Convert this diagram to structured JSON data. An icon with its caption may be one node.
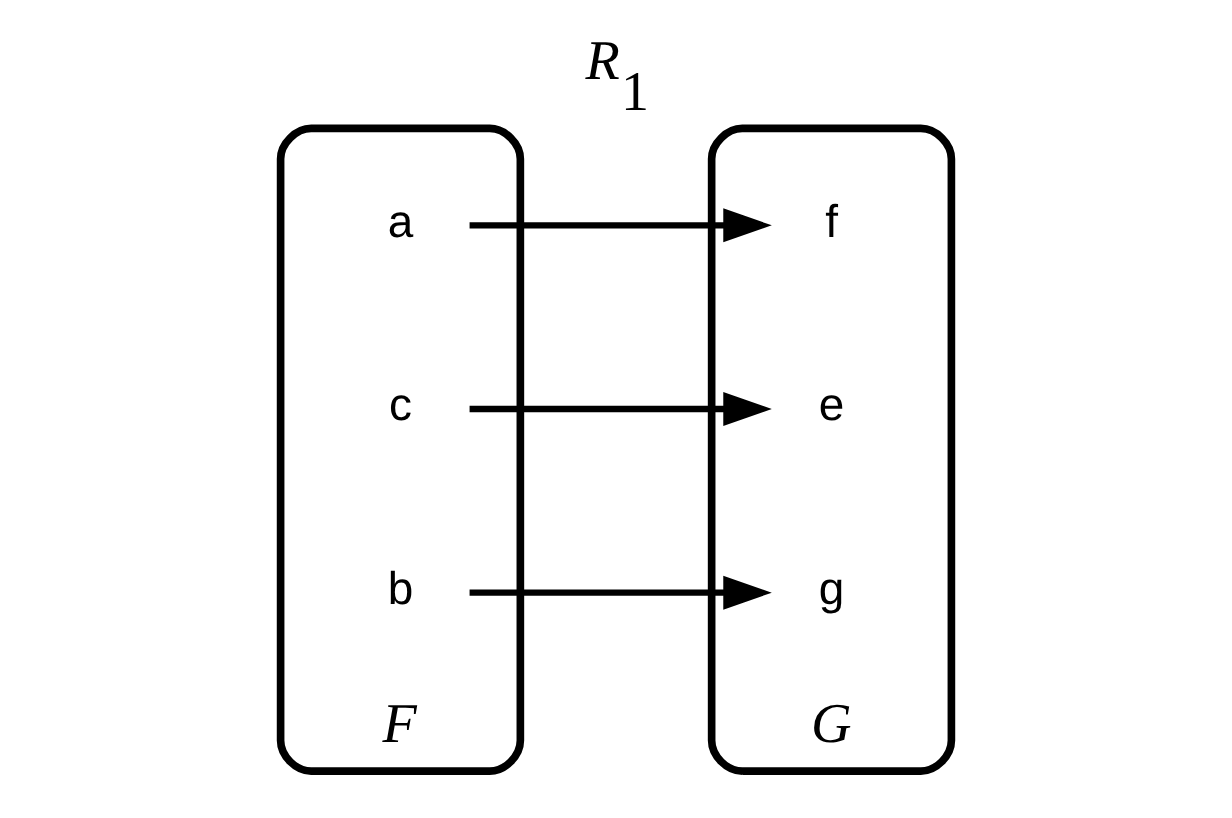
{
  "diagram": {
    "title": "R$_{1}$",
    "nodes": [
      {
        "text": [
          "F"
        ]
      },
      {
        "text": [
          "a"
        ],
        "in": 0
      },
      {
        "text": [
          "c"
        ],
        "in": 0
      },
      {
        "text": [
          "b"
        ],
        "in": 0
      },
      {
        "text": [
          "G"
        ]
      },
      {
        "text": [
          "e"
        ],
        "in": 4
      },
      {
        "text": [
          "g"
        ],
        "in": 4
      },
      {
        "text": [
          "f"
        ],
        "in": 4
      }
    ],
    "edges": [
      {
        "from": 1,
        "to": 7,
        "arrow": "to"
      },
      {
        "from": 2,
        "to": 5,
        "arrow": "to"
      },
      {
        "from": 3,
        "to": 6,
        "arrow": "to"
      }
    ]
  }
}
